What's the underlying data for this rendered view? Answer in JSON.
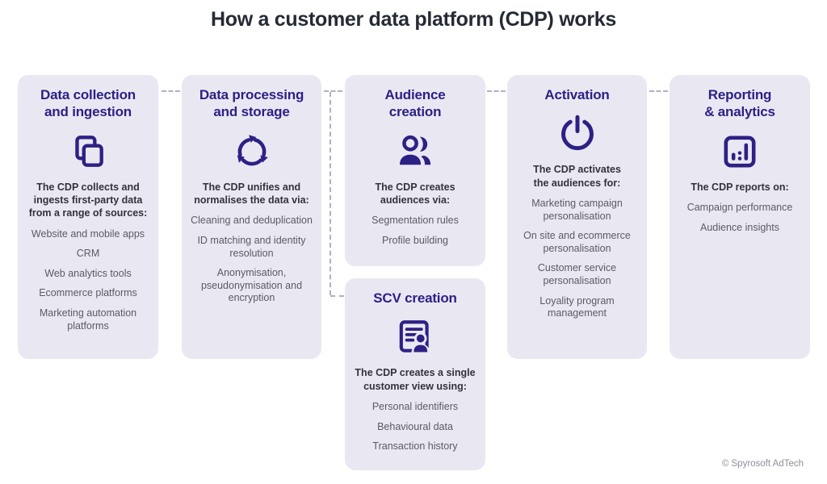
{
  "title": "How a customer data platform (CDP) works",
  "footer": {
    "credit": "© Spyrosoft AdTech"
  },
  "colors": {
    "accent": "#2d2085",
    "card_background": "#e9e8f2",
    "title_text": "#262a34",
    "lead_text": "#33323c",
    "list_text": "#5c5965",
    "connector": "#b2aecb",
    "footer_text": "#8f8e99"
  },
  "cards": [
    {
      "id": "data-collection",
      "title": "Data collection\nand ingestion",
      "icon": "copy-icon",
      "lead": "The CDP collects and\ningests first-party data\nfrom a range of sources:",
      "items": [
        "Website and mobile apps",
        "CRM",
        "Web analytics tools",
        "Ecommerce platforms",
        "Marketing automation platforms"
      ]
    },
    {
      "id": "data-processing",
      "title": "Data processing\nand storage",
      "icon": "cycle-arrows-icon",
      "lead": "The CDP unifies and\nnormalises the data via:",
      "items": [
        "Cleaning and deduplication",
        "ID matching and identity resolution",
        "Anonymisation, pseudonymisation and encryption"
      ]
    },
    {
      "id": "audience-creation",
      "title": "Audience\ncreation",
      "icon": "users-icon",
      "lead": "The CDP creates\naudiences via:",
      "items": [
        "Segmentation rules",
        "Profile building"
      ]
    },
    {
      "id": "scv-creation",
      "title": "SCV creation",
      "icon": "customer-view-icon",
      "lead": "The CDP creates a single\ncustomer view using:",
      "items": [
        "Personal identifiers",
        "Behavioural data",
        "Transaction history"
      ]
    },
    {
      "id": "activation",
      "title": "Activation",
      "icon": "power-icon",
      "lead": "The CDP activates\nthe audiences for:",
      "items": [
        "Marketing campaign personalisation",
        "On site and ecommerce personalisation",
        "Customer service personalisation",
        "Loyality program management"
      ]
    },
    {
      "id": "reporting-analytics",
      "title": "Reporting\n& analytics",
      "icon": "bar-chart-icon",
      "lead": "The CDP reports on:",
      "items": [
        "Campaign performance",
        "Audience insights"
      ]
    }
  ]
}
